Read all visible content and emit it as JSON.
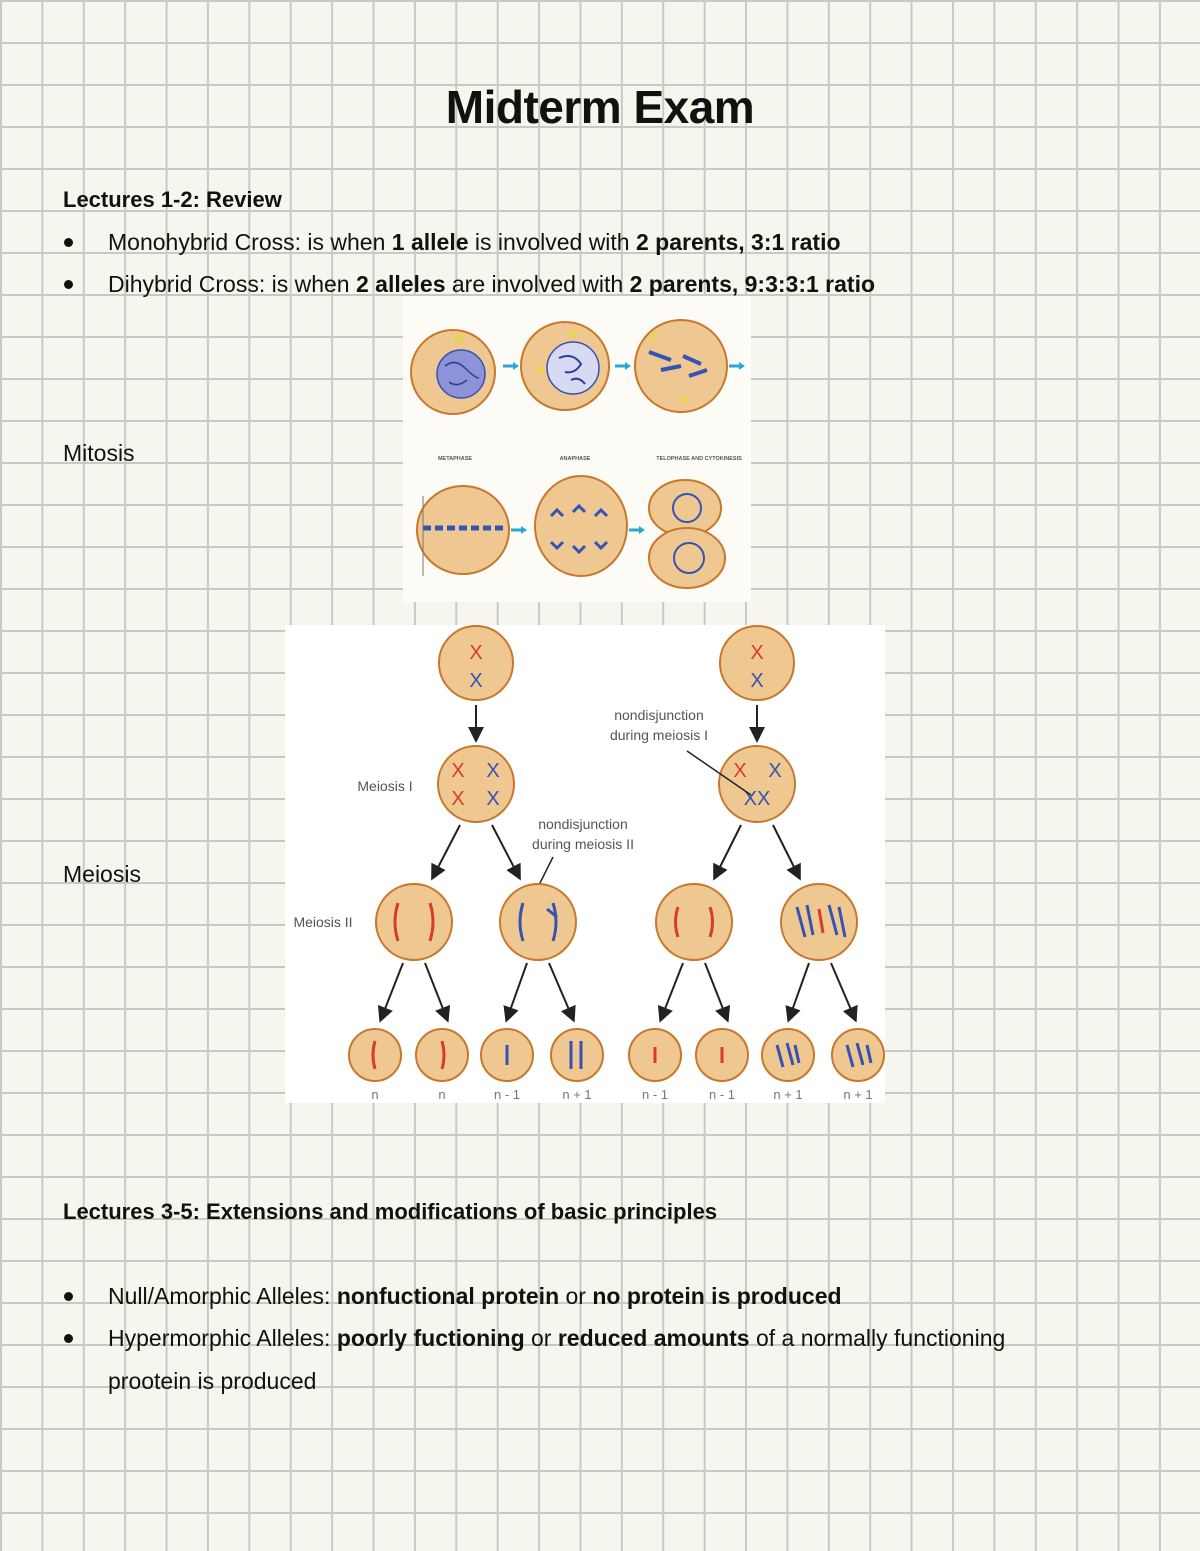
{
  "title": "Midterm Exam",
  "section1": {
    "heading": "Lectures 1-2: Review",
    "items": [
      {
        "t1": "Monohybrid Cross: is when ",
        "b1": "1 allele",
        "t2": " is involved with ",
        "b2": "2 parents, 3:1 ratio"
      },
      {
        "t1": "Dihybrid Cross: is when ",
        "b1": "2 alleles",
        "t2": " are involved with ",
        "b2": "2 parents, 9:3:3:1 ratio"
      }
    ]
  },
  "mitosis": {
    "label": "Mitosis",
    "phase_labels": [
      "METAPHASE",
      "ANAPHASE",
      "TELOPHASE AND CYTOKINESIS"
    ]
  },
  "meiosis": {
    "label": "Meiosis",
    "meiosis1": "Meiosis I",
    "meiosis2": "Meiosis II",
    "nondisjunction1_a": "nondisjunction",
    "nondisjunction1_b": "during meiosis I",
    "nondisjunction2_a": "nondisjunction",
    "nondisjunction2_b": "during meiosis II",
    "gametes": [
      "n",
      "n",
      "n - 1",
      "n + 1",
      "n - 1",
      "n - 1",
      "n + 1",
      "n + 1"
    ]
  },
  "section2": {
    "heading": "Lectures 3-5: Extensions and modifications of basic principles",
    "item1": {
      "t1": "Null/Amorphic Alleles: ",
      "b1": "nonfuctional protein",
      "t2": " or ",
      "b2": "no protein is produced"
    },
    "item2": {
      "t1": "Hypermorphic Alleles: ",
      "b1": "poorly fuctioning",
      "t2": " or ",
      "b2": "reduced amounts",
      "t3": " of a normally functioning",
      "t4": "prootein is produced"
    }
  },
  "colors": {
    "cell_fill": "#eec890",
    "cell_edge": "#c8772e",
    "chrom_red": "#d83b2a",
    "chrom_blue": "#3553b5",
    "arrow_cyan": "#29a7d6"
  }
}
